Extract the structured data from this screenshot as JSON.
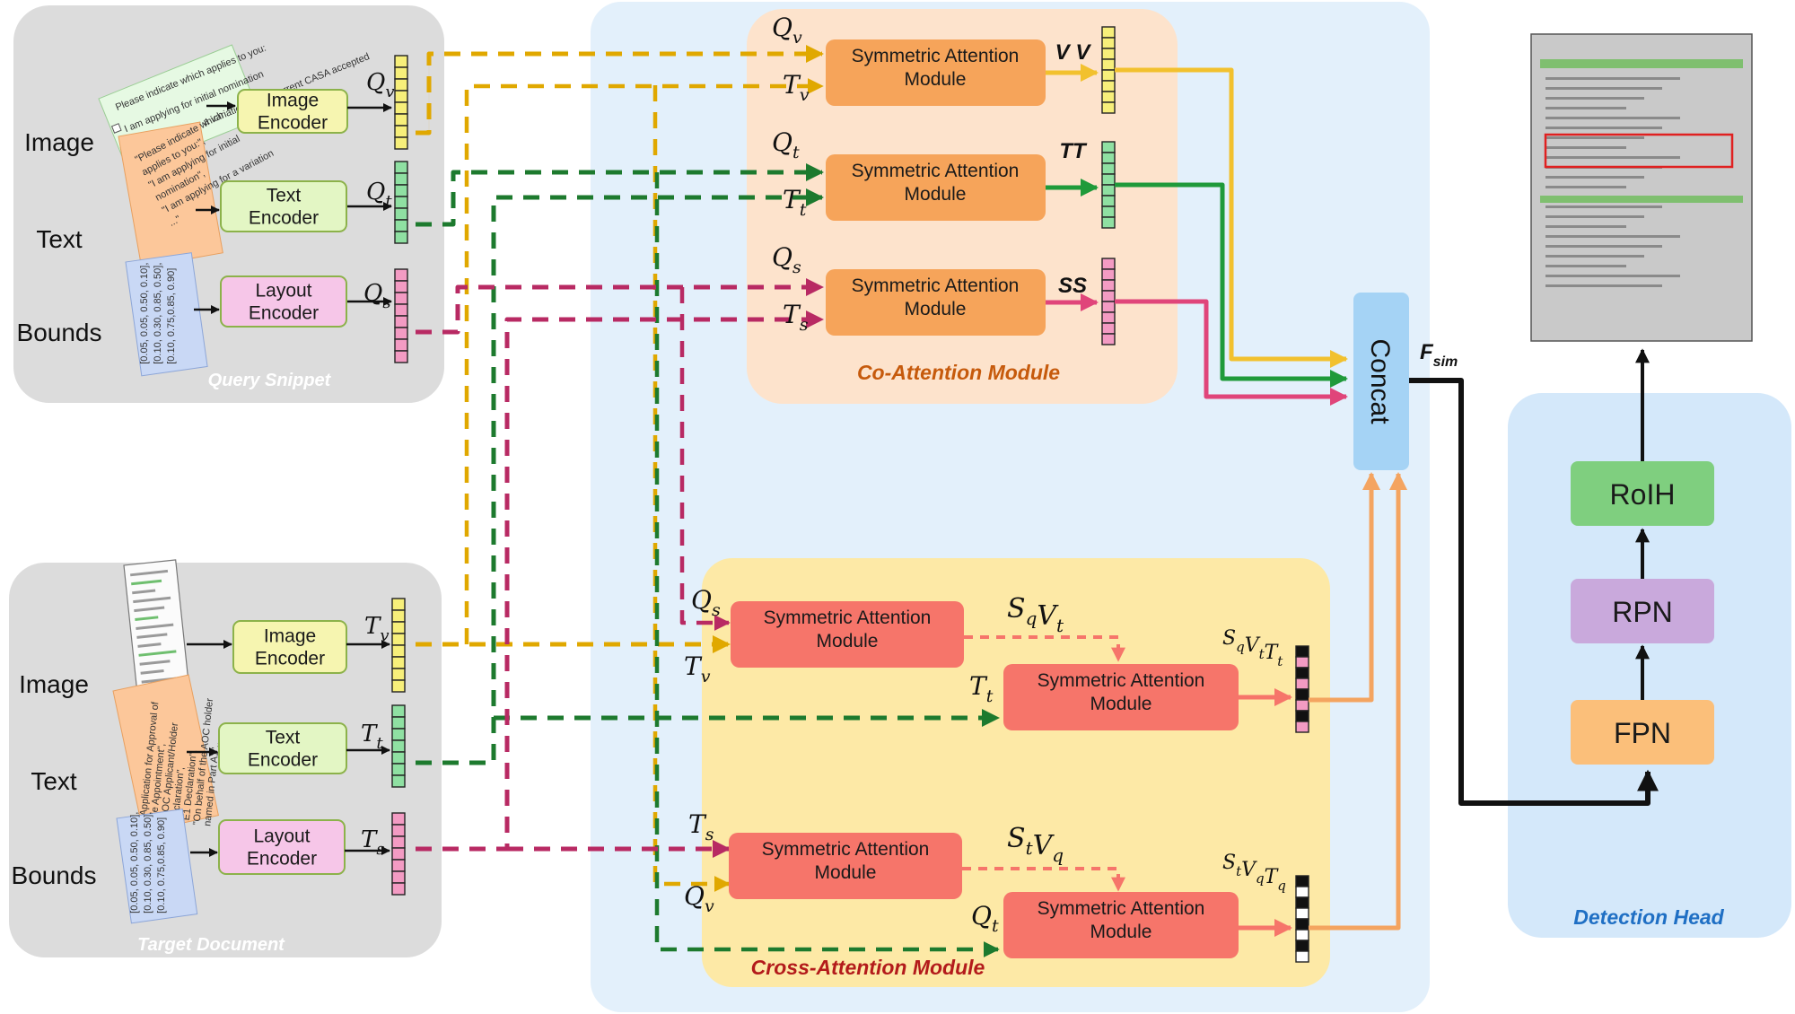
{
  "query_snippet": {
    "title": "Query Snippet",
    "rows": [
      {
        "label": "Image",
        "encoder": "Image\nEncoder",
        "feature": "Q_v"
      },
      {
        "label": "Text",
        "encoder": "Text\nEncoder",
        "feature": "Q_t"
      },
      {
        "label": "Bounds",
        "encoder": "Layout\nEncoder",
        "feature": "Q_s"
      }
    ],
    "image_snippet_lines": [
      "Please indicate which applies to you:",
      "I am applying for initial nomination",
      "I am applying for a variation to the current CASA accepted"
    ],
    "text_snippet_lines": [
      "\"Please indicate which",
      "applies to you:\",",
      "\"I am applying for initial",
      "nomination\",",
      "\"I am applying for a variation",
      "...\""
    ],
    "bounds_snippet_lines": [
      "[0.05, 0.05, 0.50, 0.10],",
      "[0.10, 0.30, 0.85, 0.50],",
      "[0.10, 0.75,0.85, 0.90]"
    ]
  },
  "target_document": {
    "title": "Target Document",
    "rows": [
      {
        "label": "Image",
        "encoder": "Image\nEncoder",
        "feature": "T_v"
      },
      {
        "label": "Text",
        "encoder": "Text\nEncoder",
        "feature": "T_t"
      },
      {
        "label": "Bounds",
        "encoder": "Layout\nEncoder",
        "feature": "T_s"
      }
    ],
    "text_snippet_lines": [
      "\"Application for Approval of",
      "the Appointment\",",
      "\"AOC Applicant/Holder",
      "Declaration\",",
      "\"E1 Declaration\",",
      "\"On behalf of the AOC holder",
      "named in Part A1\"..."
    ],
    "bounds_snippet_lines": [
      "[0.05, 0.05, 0.50, 0.10],",
      "[0.10, 0.30, 0.85, 0.50],",
      "[0.10, 0.75,0.85, 0.90]"
    ]
  },
  "co_attention": {
    "title": "Co-Attention Module",
    "module_label": "Symmetric Attention\nModule",
    "inputs": [
      [
        "Q_v",
        "T_v"
      ],
      [
        "Q_t",
        "T_t"
      ],
      [
        "Q_s",
        "T_s"
      ]
    ],
    "outputs": [
      "V V",
      "TT",
      "SS"
    ]
  },
  "cross_attention": {
    "title": "Cross-Attention Module",
    "module_label": "Symmetric Attention\nModule",
    "inputs_top": [
      "Q_s",
      "T_v"
    ],
    "mid_top": "S_qV_t",
    "input_top_second": "T_t",
    "output_top": "S_qV_tT_t",
    "inputs_bottom": [
      "T_s",
      "Q_v"
    ],
    "mid_bottom": "S_tV_q",
    "input_bottom_second": "Q_t",
    "output_bottom": "S_tV_qT_q"
  },
  "concat": {
    "label": "Concat",
    "output": "F_sim"
  },
  "detection_head": {
    "title": "Detection Head",
    "blocks": [
      "RoIH",
      "RPN",
      "FPN"
    ]
  },
  "colors": {
    "yellow": "#f2c12e",
    "green": "#1f9a3a",
    "pink": "#e0457a",
    "orange_line": "#f4a460",
    "co_bg": "#fde3cc",
    "cross_bg": "#fde9a6",
    "main_bg": "#e3f0fb",
    "gray_bg": "#dcdcdc",
    "attn_orange": "#f6a45a",
    "attn_red": "#f6756a",
    "concat_blue": "#a5d3f5",
    "roih": "#7fcf7f",
    "rpn": "#c9a9dc",
    "fpn": "#fbbf7a"
  }
}
